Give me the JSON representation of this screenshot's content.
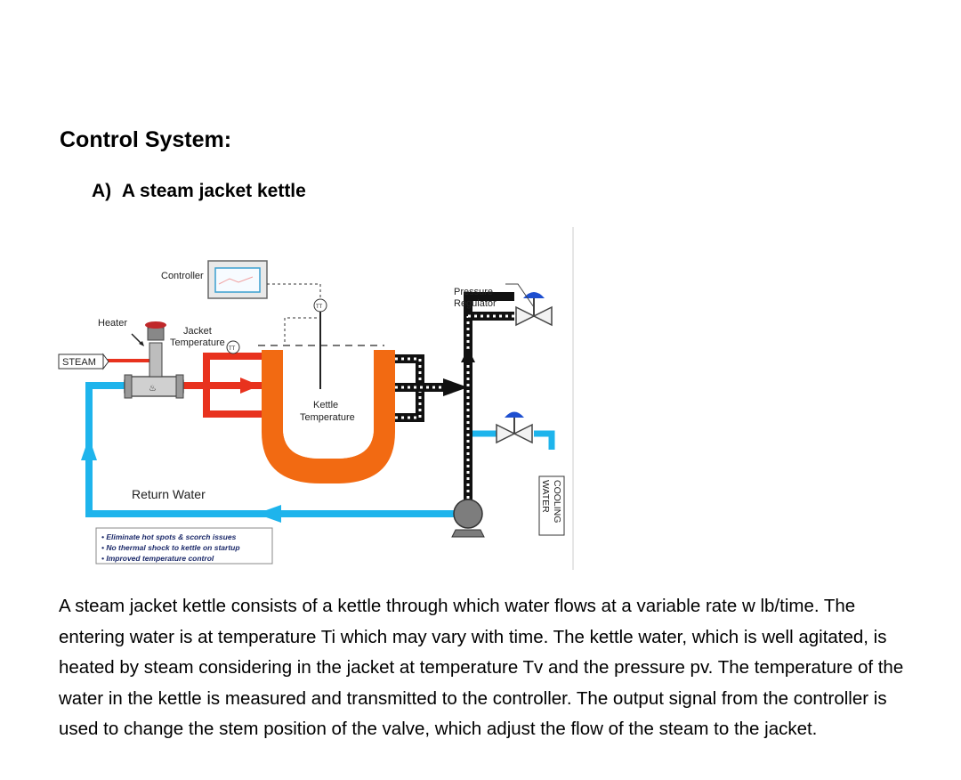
{
  "heading": "Control System:",
  "subheading": "A)  A steam jacket kettle",
  "diagram": {
    "labels": {
      "controller": "Controller",
      "pressure_regulator_line1": "Pressure",
      "pressure_regulator_line2": "Regulator",
      "heater": "Heater",
      "jacket_temp_line1": "Jacket",
      "jacket_temp_line2": "Temperature",
      "steam": "STEAM",
      "kettle_temp_line1": "Kettle",
      "kettle_temp_line2": "Temperature",
      "return_water": "Return Water",
      "cooling_line1": "COOLING",
      "cooling_line2": "WATER",
      "tt1": "TT",
      "tt2": "TT"
    },
    "notes": [
      "• Eliminate hot spots & scorch issues",
      "• No thermal shock to kettle on startup",
      "• Improved temperature control"
    ],
    "colors": {
      "steam_line": "#e8321e",
      "kettle": "#f26a12",
      "water_line": "#1eb4ec",
      "dark_line": "#111111",
      "valve_cap": "#1e4fd0"
    }
  },
  "paragraph": "A steam jacket kettle consists of a kettle through which water flows at a variable rate w lb/time. The entering water is at temperature Ti which may vary with time. The kettle water, which is well agitated, is heated by steam considering in the jacket at temperature Tv and the pressure pv. The temperature of the water in the kettle is measured and transmitted to the controller. The output signal from the controller is used to change the stem position of the valve, which adjust the flow of the steam to the jacket."
}
